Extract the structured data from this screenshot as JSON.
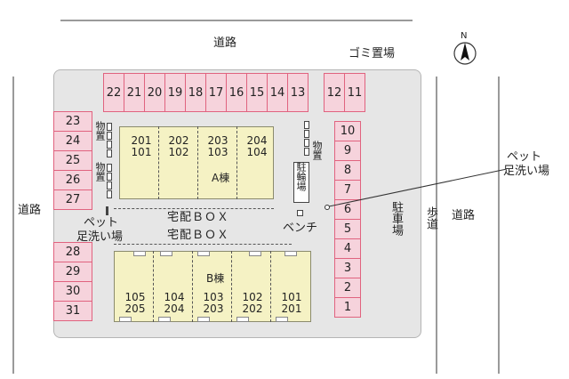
{
  "roads": {
    "top": "道路",
    "left": "道路",
    "right": "道路",
    "sidewalk": "歩道"
  },
  "garbage": "ゴミ置場",
  "compass": "N",
  "parking": {
    "top_row": [
      "22",
      "21",
      "20",
      "19",
      "18",
      "17",
      "16",
      "15",
      "14",
      "13"
    ],
    "top_right": [
      "12",
      "11"
    ],
    "left_upper": [
      "23",
      "24",
      "25",
      "26",
      "27"
    ],
    "left_lower": [
      "28",
      "29",
      "30",
      "31"
    ],
    "right_col": [
      "10",
      "9",
      "8",
      "7",
      "6",
      "5",
      "4",
      "3",
      "2",
      "1"
    ],
    "label": "駐車場"
  },
  "building_a": {
    "name": "A棟",
    "upper_units": [
      "201",
      "202",
      "203",
      "204"
    ],
    "lower_units": [
      "101",
      "102",
      "103",
      "104"
    ]
  },
  "building_b": {
    "name": "B棟",
    "upper_units": [
      "105",
      "104",
      "103",
      "102",
      "101"
    ],
    "lower_units": [
      "205",
      "204",
      "203",
      "202",
      "201"
    ]
  },
  "storage_left_top": "物置",
  "storage_left_bottom": "物置",
  "storage_right": "物置",
  "bike_parking": "駐輪場",
  "delivery_box_1": "宅配ＢＯＸ",
  "delivery_box_2": "宅配ＢＯＸ",
  "bench": "ベンチ",
  "pet_wash_left": [
    "ペット",
    "足洗い場"
  ],
  "pet_wash_right": [
    "ペット",
    "足洗い場"
  ]
}
